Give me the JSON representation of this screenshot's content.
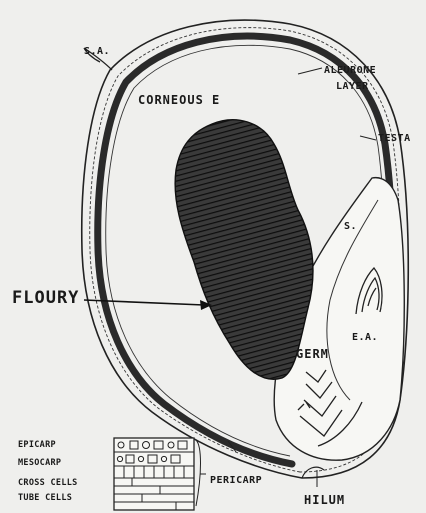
{
  "labels": {
    "sa": "S.A.",
    "aleurone_1": "ALEURONE",
    "aleurone_2": "LAYER",
    "corneous": "CORNEOUS E",
    "testa": "TESTA",
    "s": "S.",
    "floury": "FLOURY",
    "ea": "E.A.",
    "germ": "GERM",
    "epicarp": "EPICARP",
    "mesocarp": "MESOCARP",
    "cross_cells": "CROSS CELLS",
    "tube_cells": "TUBE CELLS",
    "pericarp": "PERICARP",
    "hilum": "HILUM"
  }
}
